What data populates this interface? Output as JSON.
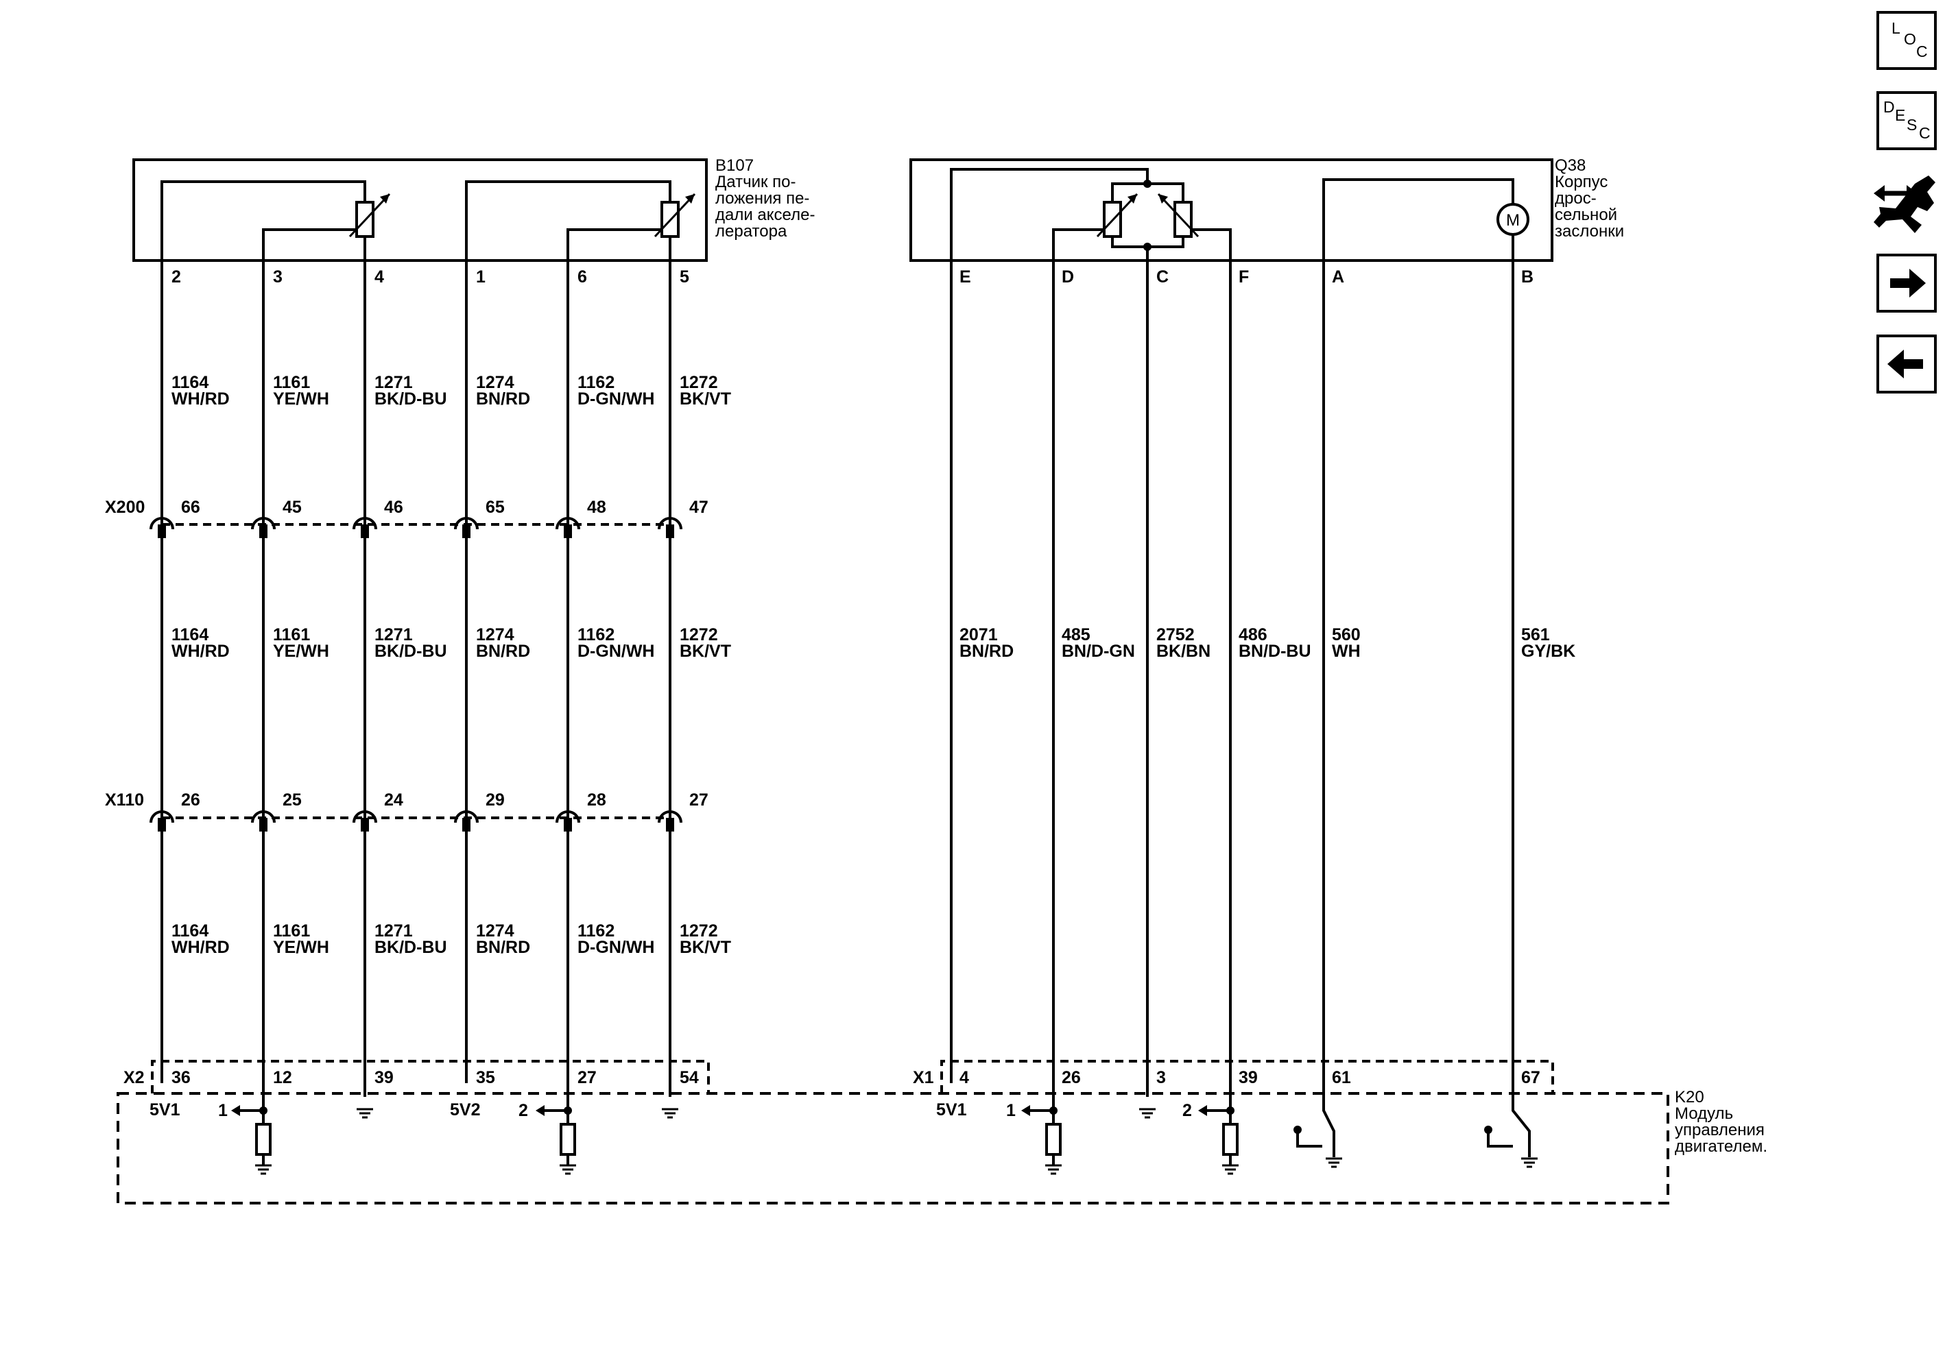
{
  "components": {
    "b107": {
      "id": "B107",
      "lines": [
        "Датчик по-",
        "ложения пе-",
        "дали акселе-",
        "лератора"
      ]
    },
    "q38": {
      "id": "Q38",
      "lines": [
        "Корпус",
        "дрос-",
        "сельной",
        "заслонки"
      ]
    },
    "k20": {
      "id": "K20",
      "lines": [
        "Модуль",
        "управления",
        "двигателем."
      ]
    },
    "motor_symbol": "M"
  },
  "connectors": {
    "x200": "X200",
    "x110": "X110",
    "x2": "X2",
    "x1": "X1"
  },
  "circuits_left": [
    {
      "pin": "2",
      "x200": "66",
      "x110": "26",
      "x2": "36",
      "circuit": "1164",
      "color": "WH/RD"
    },
    {
      "pin": "3",
      "x200": "45",
      "x110": "25",
      "x2": "12",
      "circuit": "1161",
      "color": "YE/WH"
    },
    {
      "pin": "4",
      "x200": "46",
      "x110": "24",
      "x2": "39",
      "circuit": "1271",
      "color": "BK/D-BU"
    },
    {
      "pin": "1",
      "x200": "65",
      "x110": "29",
      "x2": "35",
      "circuit": "1274",
      "color": "BN/RD"
    },
    {
      "pin": "6",
      "x200": "48",
      "x110": "28",
      "x2": "27",
      "circuit": "1162",
      "color": "D-GN/WH"
    },
    {
      "pin": "5",
      "x200": "47",
      "x110": "27",
      "x2": "54",
      "circuit": "1272",
      "color": "BK/VT"
    }
  ],
  "circuits_right": [
    {
      "pin": "E",
      "x1": "4",
      "circuit": "2071",
      "color": "BN/RD"
    },
    {
      "pin": "D",
      "x1": "26",
      "circuit": "485",
      "color": "BN/D-GN"
    },
    {
      "pin": "C",
      "x1": "3",
      "circuit": "2752",
      "color": "BK/BN"
    },
    {
      "pin": "F",
      "x1": "39",
      "circuit": "486",
      "color": "BN/D-BU"
    },
    {
      "pin": "A",
      "x1": "61",
      "circuit": "560",
      "color": "WH"
    },
    {
      "pin": "B",
      "x1": "67",
      "circuit": "561",
      "color": "GY/BK"
    }
  ],
  "k20_labels": {
    "ref1": "5V1",
    "ref2": "5V2",
    "ref3": "5V1",
    "sig1": "1",
    "sig2": "2",
    "sig3": "1",
    "sig4": "2"
  },
  "nav": {
    "loc": {
      "l1": "L",
      "l2": "O",
      "l3": "C"
    },
    "desc": {
      "l1": "D",
      "l2": "E",
      "l3": "S",
      "l4": "C"
    }
  },
  "colors": {
    "ink": "#000000",
    "background": "#ffffff"
  }
}
